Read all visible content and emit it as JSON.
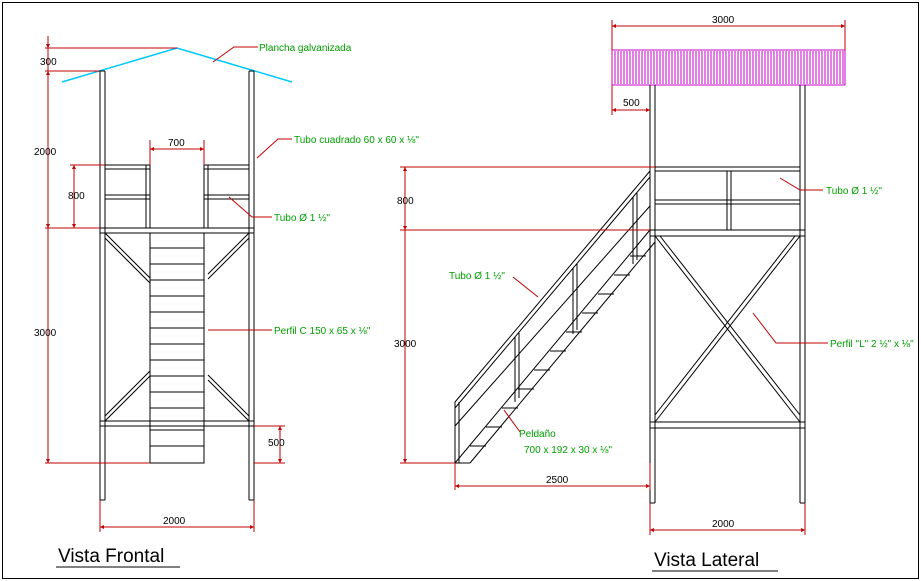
{
  "views": {
    "front": {
      "title": "Vista Frontal",
      "dims": {
        "roof_height": "300",
        "upper_height": "2000",
        "rail_height": "800",
        "lower_height": "3000",
        "opening_width": "700",
        "base_height": "500",
        "total_width": "2000"
      },
      "annotations": {
        "roof": "Plancha galvanizada",
        "post": "Tubo cuadrado 60 x 60 x ⅛\"",
        "rail": "Tubo Ø 1 ½\"",
        "beam": "Perfil C 150 x 65 x ⅛\""
      }
    },
    "side": {
      "title": "Vista Lateral",
      "dims": {
        "roof_width": "3000",
        "overhang": "500",
        "rail_height": "800",
        "lower_height": "3000",
        "stair_run": "2500",
        "total_width": "2000"
      },
      "annotations": {
        "rail": "Tubo Ø 1 ½\"",
        "stair_rail": "Tubo Ø 1 ½\"",
        "brace": "Perfil \"L\" 2 ½\" x ⅛\"",
        "step_label": "Peldaño",
        "step_size": "700 x 192 x 30 x ⅛\""
      }
    }
  }
}
